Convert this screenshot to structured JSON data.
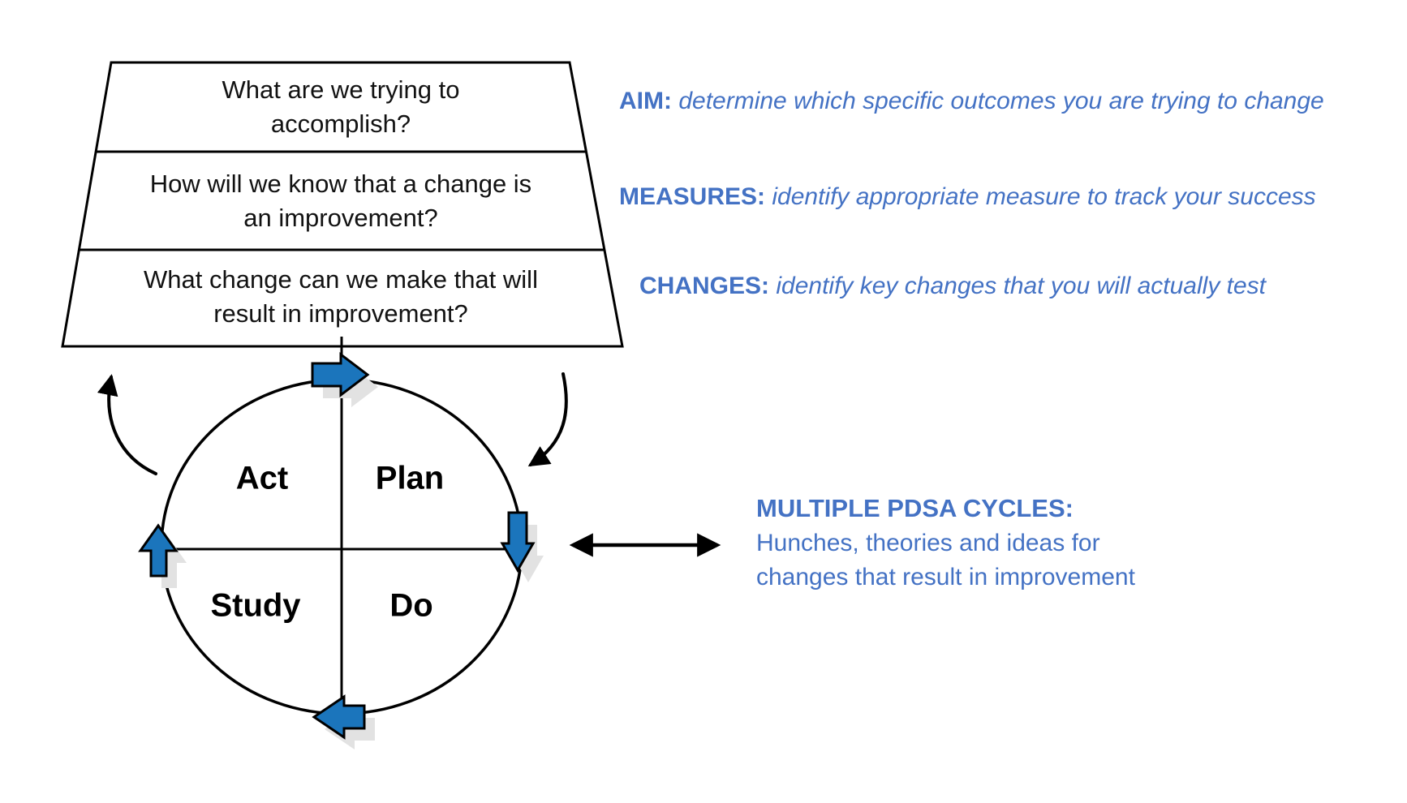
{
  "colors": {
    "arrow_blue": "#1B75BC",
    "shadow_gray": "#E2E2E2",
    "accent_text_blue": "#4472C4",
    "line_black": "#000000"
  },
  "trapezoid": {
    "rows": [
      {
        "line1": "What are we trying to",
        "line2": "accomplish?"
      },
      {
        "line1": "How will we know that a change is",
        "line2": "an improvement?"
      },
      {
        "line1": "What change can we make that will",
        "line2": "result in improvement?"
      }
    ]
  },
  "annotations": [
    {
      "label": "AIM:",
      "description": "determine which specific outcomes you are trying to change"
    },
    {
      "label": "MEASURES:",
      "description": "identify appropriate measure to track your success"
    },
    {
      "label": "CHANGES:",
      "description": "identify key changes that you will actually test"
    }
  ],
  "cycle": {
    "quadrants": [
      {
        "label": "Act"
      },
      {
        "label": "Plan"
      },
      {
        "label": "Study"
      },
      {
        "label": "Do"
      }
    ]
  },
  "pdsa_note": {
    "title": "MULTIPLE PDSA CYCLES:",
    "line1": "Hunches, theories and ideas for",
    "line2": "changes that result in improvement"
  }
}
